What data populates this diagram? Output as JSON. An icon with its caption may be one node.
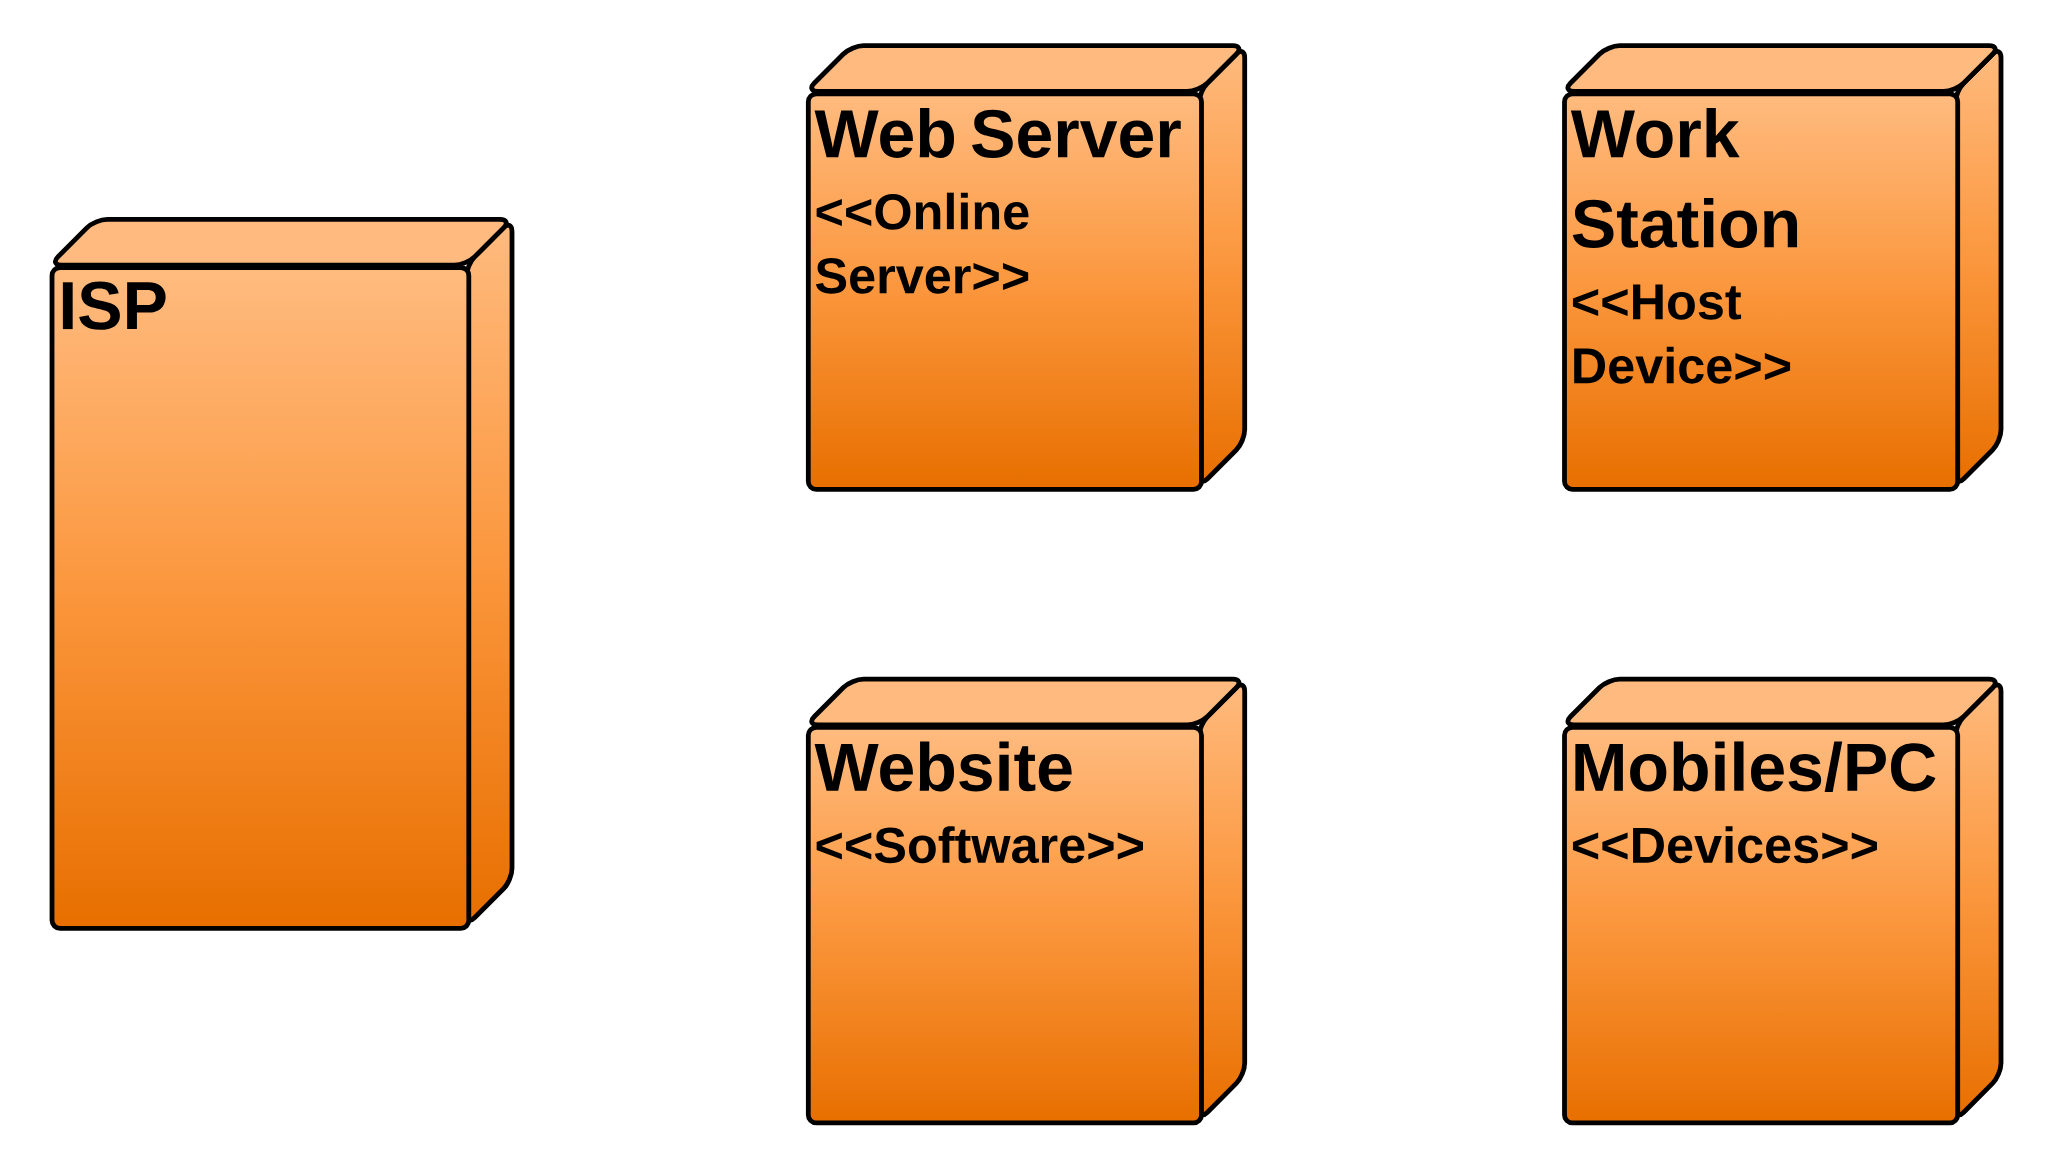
{
  "diagram": {
    "nodes": [
      {
        "text": [
          "ISP"
        ]
      },
      {
        "text": [
          "Web Server",
          "<<Online Server>>"
        ]
      },
      {
        "text": [
          "Work Station",
          "<<Host Device>>"
        ]
      },
      {
        "text": [
          "Website",
          "<<Software>>"
        ]
      },
      {
        "text": [
          "Mobiles/PC",
          "<<Devices>>"
        ]
      }
    ]
  }
}
